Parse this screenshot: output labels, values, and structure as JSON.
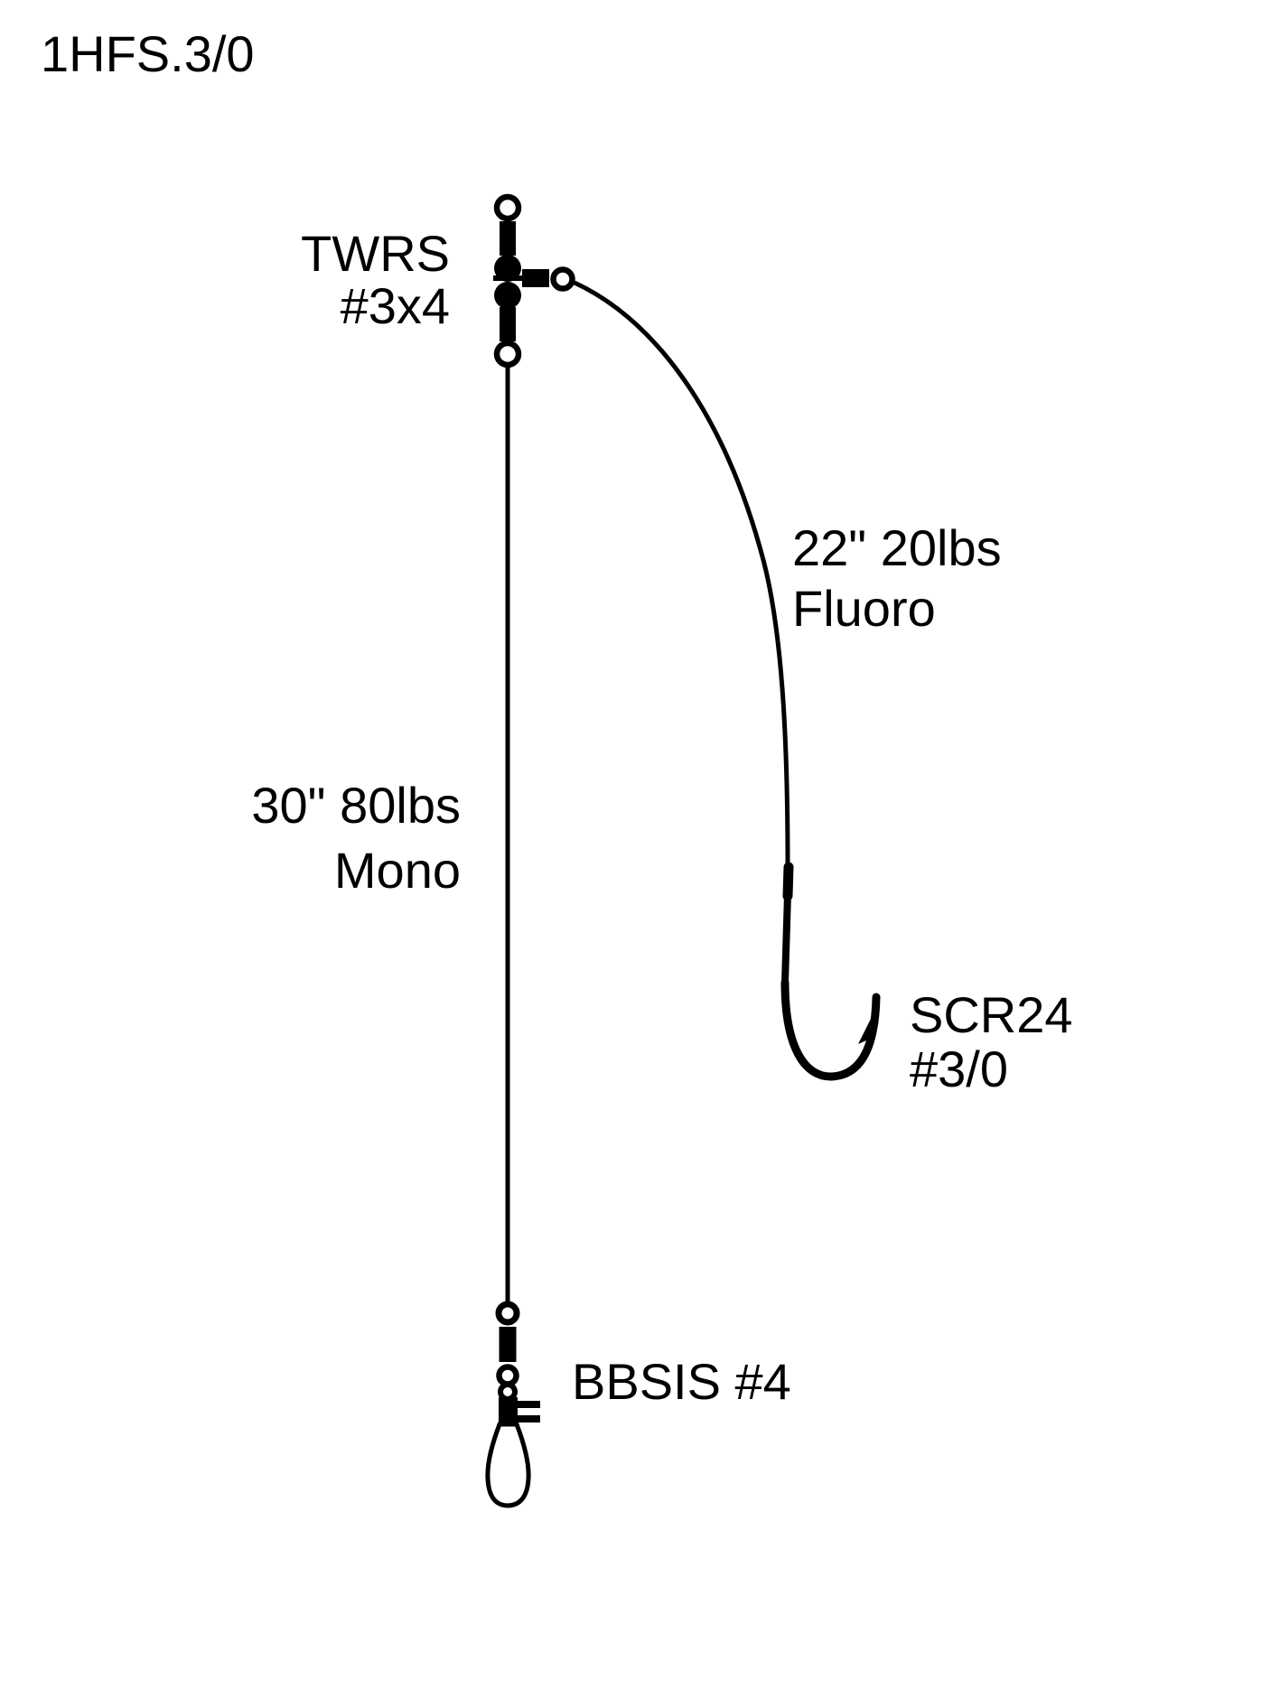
{
  "page": {
    "background_color": "#ffffff",
    "ink_color": "#000000"
  },
  "diagram": {
    "title": "1HFS.3/0",
    "three_way_swivel": {
      "label_line1": "TWRS",
      "label_line2": "#3x4"
    },
    "leader": {
      "label_line1": "22\" 20lbs",
      "label_line2": "Fluoro"
    },
    "dropper": {
      "label_line1": "30\" 80lbs",
      "label_line2": "Mono"
    },
    "hook": {
      "label_line1": "SCR24",
      "label_line2": "#3/0"
    },
    "snap_swivel": {
      "label": "BBSIS #4"
    }
  }
}
